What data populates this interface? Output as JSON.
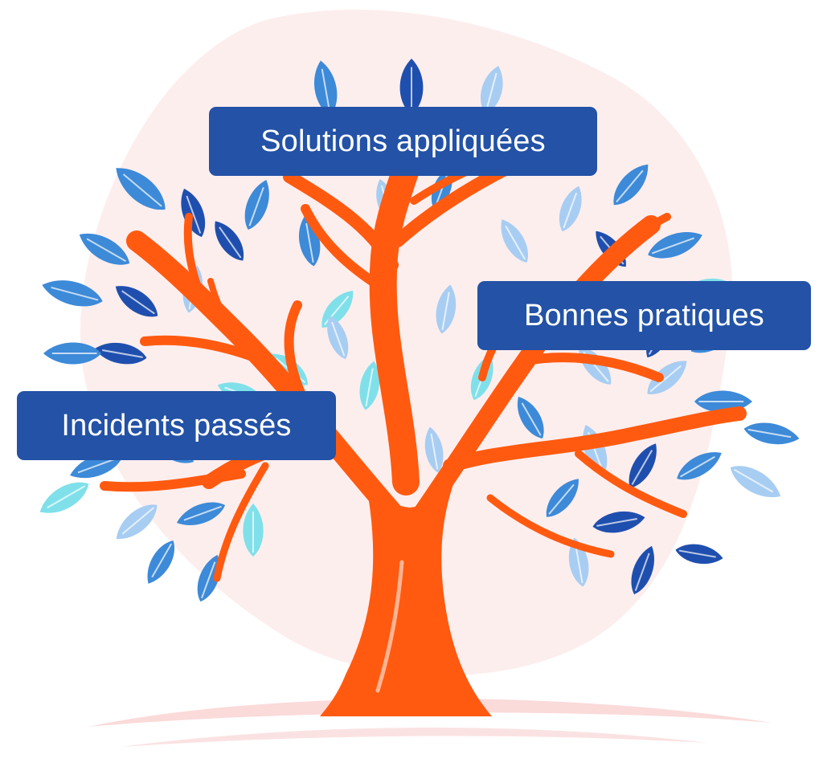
{
  "colors": {
    "background": "#ffffff",
    "blob": "#fdeeee",
    "ground_swoosh": "#f9d6d6",
    "trunk": "#ff5a10",
    "label_bg": "#2352a6",
    "label_text": "#ffffff",
    "leaf_dark": "#1f4fae",
    "leaf_mid": "#3d8ad8",
    "leaf_light": "#a8cdf2",
    "leaf_cyan": "#7fe0ea"
  },
  "labels": {
    "solutions": "Solutions appliquées",
    "bonnes": "Bonnes pratiques",
    "incidents": "Incidents passés"
  }
}
